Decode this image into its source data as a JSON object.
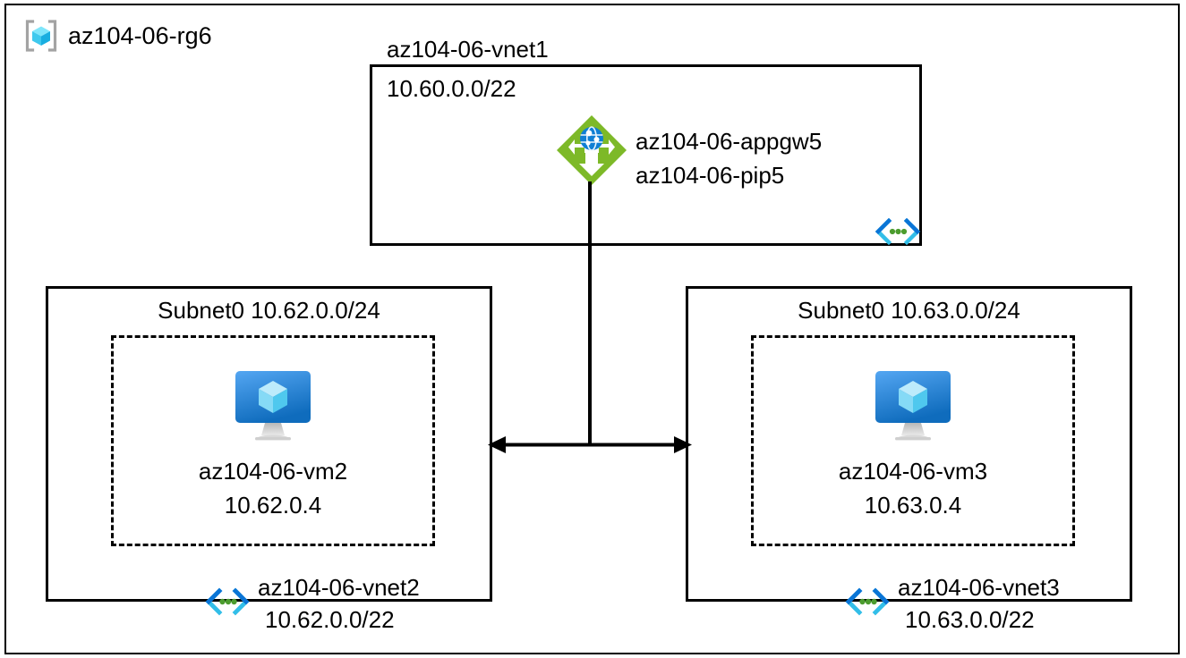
{
  "diagram": {
    "resource_group": {
      "name": "az104-06-rg6",
      "icon": "resource-group-icon"
    },
    "vnet1": {
      "name": "az104-06-vnet1",
      "cidr": "10.60.0.0/22",
      "icon": "virtual-network-icon",
      "appgw": {
        "name": "az104-06-appgw5",
        "icon": "application-gateway-icon"
      },
      "pip": {
        "name": "az104-06-pip5"
      }
    },
    "vnet2": {
      "name": "az104-06-vnet2",
      "cidr": "10.62.0.0/22",
      "icon": "virtual-network-icon",
      "subnet_label": "Subnet0 10.62.0.0/24",
      "vm": {
        "name": "az104-06-vm2",
        "ip": "10.62.0.4",
        "icon": "virtual-machine-icon"
      }
    },
    "vnet3": {
      "name": "az104-06-vnet3",
      "cidr": "10.63.0.0/22",
      "icon": "virtual-network-icon",
      "subnet_label": "Subnet0 10.63.0.0/24",
      "vm": {
        "name": "az104-06-vm3",
        "ip": "10.63.0.4",
        "icon": "virtual-machine-icon"
      }
    },
    "connectors": {
      "peering_arrow": "double-headed-arrow",
      "gateway_line": "vertical-line"
    },
    "colors": {
      "border": "#000000",
      "background": "#ffffff",
      "appgw_green": "#7DB928",
      "appgw_globe_blue": "#0078D4",
      "vm_blue_top": "#4FA5F0",
      "vm_blue_bottom": "#0F6CBD",
      "vm_cube_cyan": "#9FE5FA",
      "vnet_icon_cyan": "#32BEE8",
      "vnet_icon_blue": "#0A74D6",
      "vnet_icon_green": "#4C9C2E",
      "rg_bracket_gray": "#A3A3A3",
      "rg_cube_cyan": "#54D6F5"
    }
  }
}
